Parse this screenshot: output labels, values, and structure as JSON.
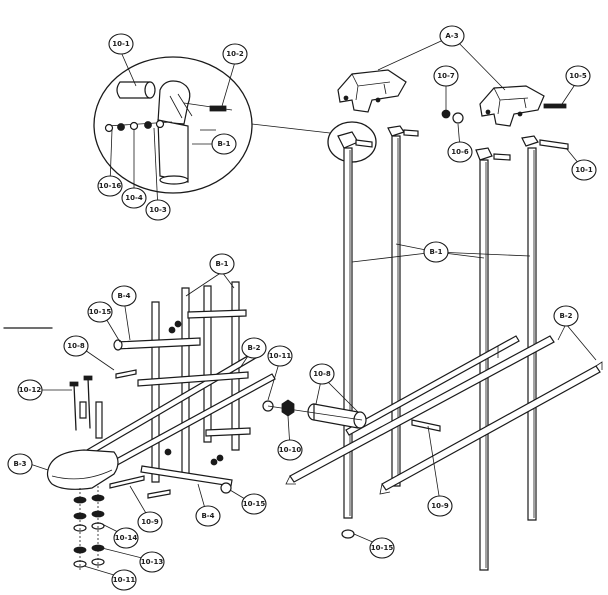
{
  "labels": {
    "a3": "A-3",
    "p10_1_detail": "10-1",
    "p10_2": "10-2",
    "b1_detail": "B-1",
    "p10_16": "10-16",
    "p10_4": "10-4",
    "p10_3": "10-3",
    "p10_7": "10-7",
    "p10_5": "10-5",
    "p10_6": "10-6",
    "p10_1": "10-1",
    "b1_right": "B-1",
    "b2_right": "B-2",
    "b1_left": "B-1",
    "b4_top": "B-4",
    "p10_15_top": "10-15",
    "p10_8_left": "10-8",
    "b2_left": "B-2",
    "p10_12": "10-12",
    "p10_11_mid": "10-11",
    "p10_8_mid": "10-8",
    "p10_10": "10-10",
    "p10_9_right": "10-9",
    "b3": "B-3",
    "p10_9_left": "10-9",
    "b4_bottom": "B-4",
    "p10_15_mid": "10-15",
    "p10_14": "10-14",
    "p10_13": "10-13",
    "p10_11_bottom": "10-11",
    "p10_15_bottom": "10-15"
  }
}
